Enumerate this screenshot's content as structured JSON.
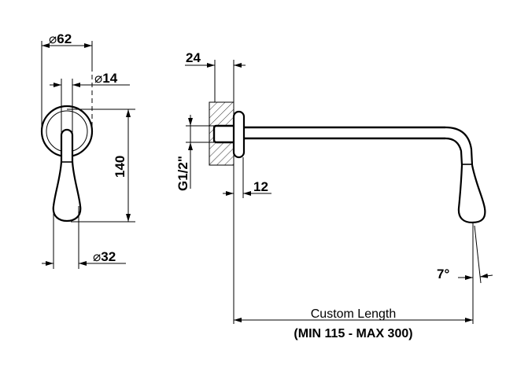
{
  "drawing": {
    "front_view": {
      "rosette_diameter": "62",
      "stem_diameter": "14",
      "height": "140",
      "spout_diameter": "32",
      "diameter_symbol": "⌀"
    },
    "side_view": {
      "wall_depth": "24",
      "thread": "G1/2\"",
      "flange_thickness": "12",
      "angle": "7°",
      "length_label": "Custom Length",
      "length_range": "(MIN 115 - MAX 300)"
    }
  }
}
